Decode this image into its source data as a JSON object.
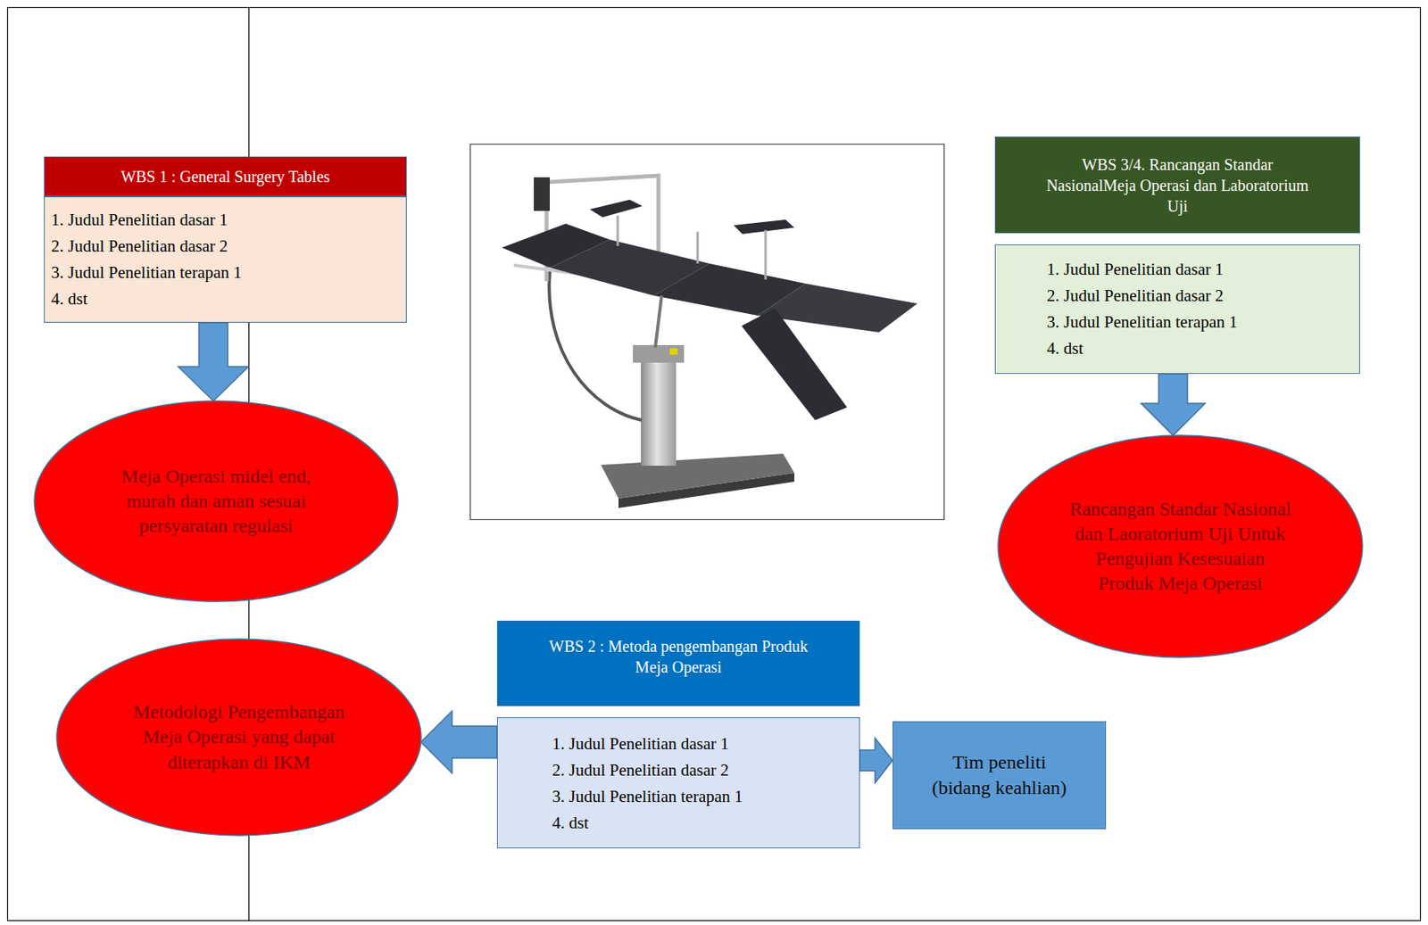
{
  "diagram": {
    "nodes": [
      {
        "text": [
          "WBS 1 : General Surgery Tables",
          "1. Judul Penelitian dasar 1",
          "2. Judul Penelitian dasar 2",
          "3. Judul Penelitian terapan 1",
          "4. dst"
        ]
      },
      {
        "text": [
          "Meja Operasi midel end, murah dan aman sesuai persyaratan regulasi"
        ]
      },
      {
        "text": [
          "WBS 3/4. Rancangan Standar NasionalMeja Operasi dan Laboratorium Uji",
          "1. Judul Penelitian dasar 1",
          "2. Judul Penelitian dasar 2",
          "3. Judul Penelitian terapan 1",
          "4. dst"
        ]
      },
      {
        "text": [
          "Rancangan Standar Nasional dan Laoratorium Uji Untuk Pengujian Kesesuaian Produk Meja Operasi"
        ]
      },
      {
        "text": [
          "WBS 2 : Metoda pengembangan Produk Meja Operasi",
          "1. Judul Penelitian dasar 1",
          "2. Judul Penelitian dasar 2",
          "3. Judul Penelitian terapan 1",
          "4. dst"
        ]
      },
      {
        "text": [
          "Metodologi Pengembangan Meja Operasi yang dapat diterapkan di IKM"
        ]
      },
      {
        "text": [
          "Tim peneliti (bidang keahlian)"
        ]
      }
    ],
    "edges": [
      {
        "from": 0,
        "to": 1,
        "arrow": "to"
      },
      {
        "from": 2,
        "to": 3,
        "arrow": "to"
      },
      {
        "from": 4,
        "to": 5,
        "arrow": "to"
      },
      {
        "from": 4,
        "to": 6,
        "arrow": "to"
      }
    ]
  }
}
